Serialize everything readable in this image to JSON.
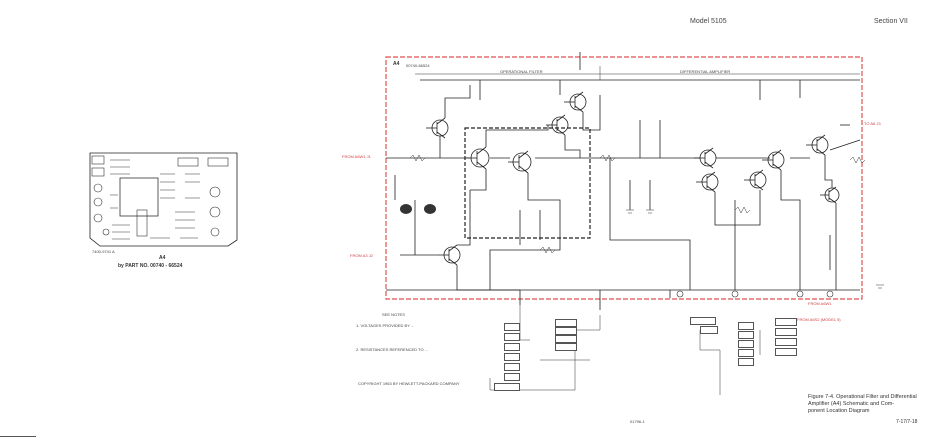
{
  "header": {
    "model": "Model 5105",
    "section": "Section VII"
  },
  "board": {
    "title": "A4",
    "part_label": "by PART NO. 00740 - 66524",
    "ref": "7400-9741 A"
  },
  "schematic": {
    "board_label": "A4",
    "board_sub": "00740-66524",
    "block_op": "OPERATIONAL FILTER",
    "block_diff": "DIFFERENTIAL AMPLIFIER",
    "input_top": "FROM A6W1 J1",
    "input_bottom": "FROM A3 J2",
    "out_right": "TO A6 J3",
    "out_bottom": "FROM A6W1",
    "out_bottom2": "FROM A6S2 (MODEL 5)"
  },
  "notes": {
    "title": "SEE NOTES",
    "note1": "1. VOLTAGES PROVIDED BY ...",
    "note2": "2. RESISTANCES REFERENCED TO ...",
    "copyright": "COPYRIGHT 1963 BY HEWLETT-PACKARD COMPANY"
  },
  "caption": {
    "line1": "Figure 7-4. Operational Filter and Differential",
    "line2": "Amplifier (A4) Schematic and Com-",
    "line3": "ponent Location Diagram",
    "page": "7-17/7-18",
    "ref": "01796-1"
  }
}
